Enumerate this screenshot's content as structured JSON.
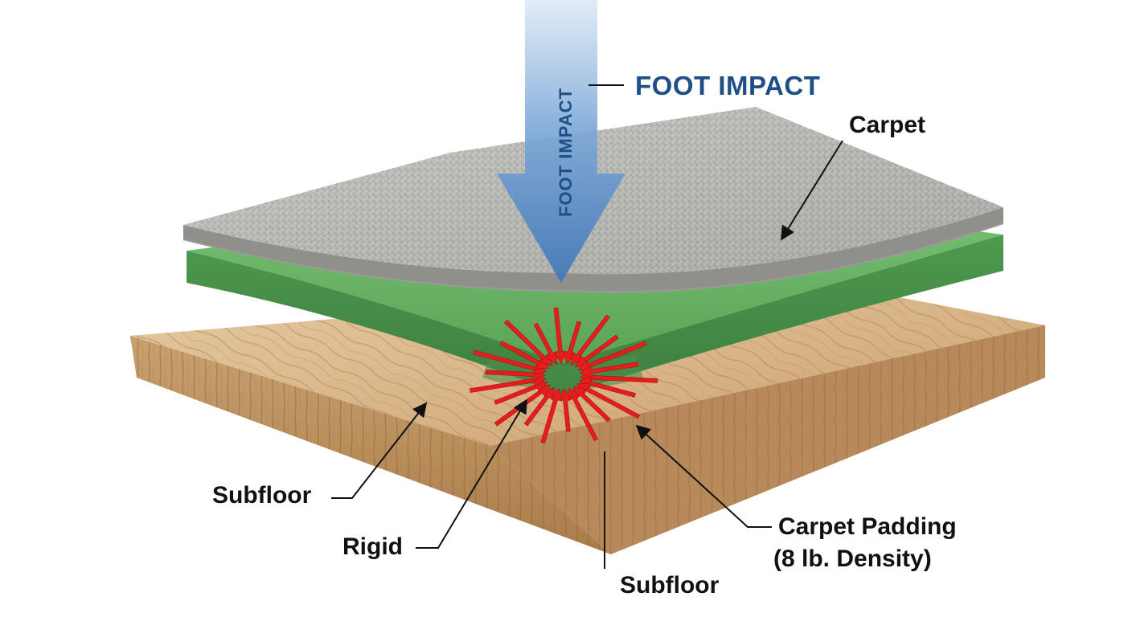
{
  "arrow_text": "FOOT IMPACT",
  "labels": {
    "foot_impact": "FOOT IMPACT",
    "carpet": "Carpet",
    "subfloor_left": "Subfloor",
    "rigid": "Rigid",
    "subfloor_bottom": "Subfloor",
    "padding_line1": "Carpet Padding",
    "padding_line2": "(8 lb. Density)"
  },
  "colors": {
    "impact_arrow": "#5b8fcb",
    "impact_text": "#1e4f86",
    "carpet": "#b9b9b6",
    "padding": "#5faa5f",
    "wood": "#d6b385",
    "force_arrows": "#e41e1e"
  }
}
